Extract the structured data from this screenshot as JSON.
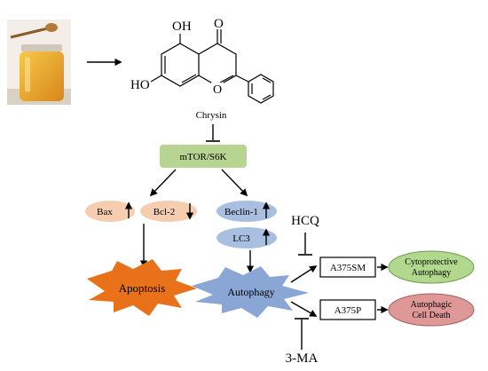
{
  "compound": {
    "name": "Chrysin",
    "oh_top": "OH",
    "oh_left": "HO",
    "oxo": "O",
    "ring_o": "O"
  },
  "target": {
    "label": "mTOR/S6K"
  },
  "apoptosis_markers": [
    {
      "label": "Bax",
      "direction": "up"
    },
    {
      "label": "Bcl-2",
      "direction": "down"
    }
  ],
  "autophagy_markers": [
    {
      "label": "Beclin-1",
      "direction": "up"
    },
    {
      "label": "LC3",
      "direction": "up"
    }
  ],
  "outcomes": {
    "apoptosis": "Apoptosis",
    "autophagy": "Autophagy"
  },
  "inhibitors": {
    "hcq": "HCQ",
    "three_ma": "3-MA"
  },
  "cell_lines": {
    "a375sm": "A375SM",
    "a375p": "A375P"
  },
  "results": {
    "a375sm_line1": "Cytoprotective",
    "a375sm_line2": "Autophagy",
    "a375p_line1": "Autophagic",
    "a375p_line2": "Cell Death"
  },
  "colors": {
    "target_fill": "#b7d590",
    "apoptosis_marker_fill": "#f7cdb0",
    "autophagy_marker_fill": "#a9bfe0",
    "apoptosis_star": "#e8711a",
    "autophagy_star": "#8aa6d4",
    "cytoprotective_fill": "#b2d88e",
    "cell_death_fill": "#df9898",
    "honey": "#e9a627"
  }
}
